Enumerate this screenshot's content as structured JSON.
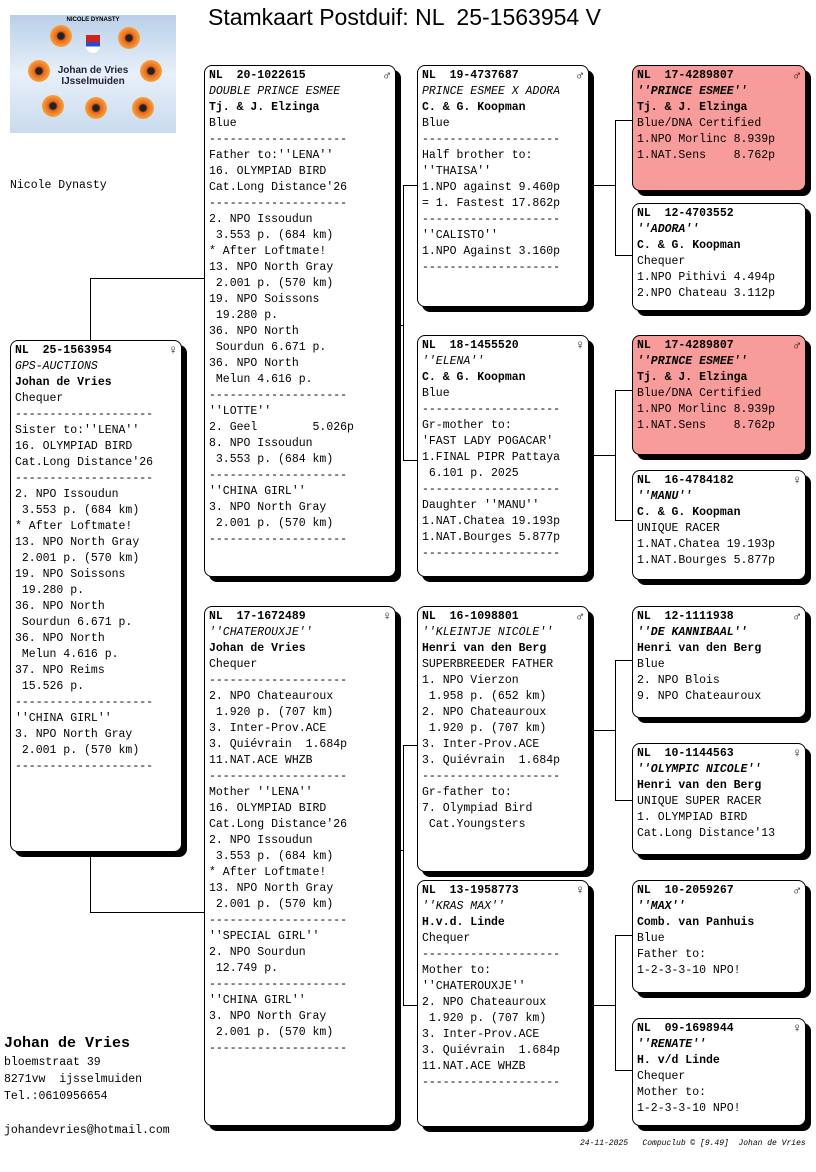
{
  "title": "Stamkaart Postduif: NL  25-1563954 V",
  "logo": {
    "heading": "NICOLE DYNASTY",
    "text1": "Johan de Vries",
    "text2": "IJsselmuiden"
  },
  "left_label": "Nicole Dynasty",
  "owner": {
    "name": "Johan de Vries",
    "street": "bloemstraat 39",
    "city": "8271vw  ijsselmuiden",
    "tel": "Tel.:0610956654",
    "email": "johandevries@hotmail.com"
  },
  "footer": {
    "date": "24-11-2025",
    "software": "Compuclub © [9.49]",
    "user": "Johan de Vries"
  },
  "cards": [
    {
      "id": "subject",
      "ring": "NL  25-1563954",
      "sex": "♀",
      "name": "GPS-AUCTIONS",
      "owner": "Johan de Vries",
      "lines": [
        "Chequer",
        "--------------------",
        "Sister to:''LENA''",
        "16. OLYMPIAD BIRD",
        "Cat.Long Distance'26",
        "--------------------",
        "2. NPO Issoudun",
        " 3.553 p. (684 km)",
        "* After Loftmate!",
        "13. NPO North Gray",
        " 2.001 p. (570 km)",
        "19. NPO Soissons",
        " 19.280 p.",
        "36. NPO North",
        " Sourdun 6.671 p.",
        "36. NPO North",
        " Melun 4.616 p.",
        "37. NPO Reims",
        " 15.526 p.",
        "--------------------",
        "''CHINA GIRL''",
        "3. NPO North Gray",
        " 2.001 p. (570 km)",
        "--------------------"
      ]
    },
    {
      "id": "father",
      "ring": "NL  20-1022615",
      "sex": "♂",
      "name": "DOUBLE PRINCE ESMEE",
      "owner": "Tj. & J. Elzinga",
      "lines": [
        "Blue",
        "--------------------",
        "Father to:''LENA''",
        "16. OLYMPIAD BIRD",
        "Cat.Long Distance'26",
        "--------------------",
        "2. NPO Issoudun",
        " 3.553 p. (684 km)",
        "* After Loftmate!",
        "13. NPO North Gray",
        " 2.001 p. (570 km)",
        "19. NPO Soissons",
        " 19.280 p.",
        "36. NPO North",
        " Sourdun 6.671 p.",
        "36. NPO North",
        " Melun 4.616 p.",
        "--------------------",
        "''LOTTE''",
        "2. Geel        5.026p",
        "8. NPO Issoudun",
        " 3.553 p. (684 km)",
        "--------------------",
        "''CHINA GIRL''",
        "3. NPO North Gray",
        " 2.001 p. (570 km)",
        "--------------------"
      ]
    },
    {
      "id": "mother",
      "ring": "NL  17-1672489",
      "sex": "♀",
      "name": "''CHATEROUXJE''",
      "owner": "Johan de Vries",
      "lines": [
        "Chequer",
        "--------------------",
        "2. NPO Chateauroux",
        " 1.920 p. (707 km)",
        "3. Inter-Prov.ACE",
        "3. Quiévrain  1.684p",
        "11.NAT.ACE WHZB",
        "--------------------",
        "Mother ''LENA''",
        "16. OLYMPIAD BIRD",
        "Cat.Long Distance'26",
        "2. NPO Issoudun",
        " 3.553 p. (684 km)",
        "* After Loftmate!",
        "13. NPO North Gray",
        " 2.001 p. (570 km)",
        "--------------------",
        "''SPECIAL GIRL''",
        "2. NPO Sourdun",
        " 12.749 p.",
        "--------------------",
        "''CHINA GIRL''",
        "3. NPO North Gray",
        " 2.001 p. (570 km)",
        "--------------------"
      ]
    },
    {
      "id": "ff",
      "ring": "NL  19-4737687",
      "sex": "♂",
      "name": "PRINCE ESMEE X ADORA",
      "owner": "C. & G. Koopman",
      "lines": [
        "Blue",
        "--------------------",
        "Half brother to:",
        "''THAISA''",
        "1.NPO against 9.460p",
        "= 1. Fastest 17.862p",
        "--------------------",
        "''CALISTO''",
        "1.NPO Against 3.160p",
        "--------------------"
      ]
    },
    {
      "id": "fm",
      "ring": "NL  18-1455520",
      "sex": "♀",
      "name": "''ELENA''",
      "owner": "C. & G. Koopman",
      "lines": [
        "Blue",
        "--------------------",
        "Gr-mother to:",
        "'FAST LADY POGACAR'",
        "1.FINAL PIPR Pattaya",
        " 6.101 p. 2025",
        "--------------------",
        "Daughter ''MANU''",
        "1.NAT.Chatea 19.193p",
        "1.NAT.Bourges 5.877p",
        "--------------------"
      ]
    },
    {
      "id": "mf",
      "ring": "NL  16-1098801",
      "sex": "♂",
      "name": "''KLEINTJE NICOLE''",
      "owner": "Henri van den Berg",
      "lines": [
        "SUPERBREEDER FATHER",
        "1. NPO Vierzon",
        " 1.958 p. (652 km)",
        "2. NPO Chateauroux",
        " 1.920 p. (707 km)",
        "3. Inter-Prov.ACE",
        "3. Quiévrain  1.684p",
        "--------------------",
        "Gr-father to:",
        "7. Olympiad Bird",
        " Cat.Youngsters"
      ]
    },
    {
      "id": "mm",
      "ring": "NL  13-1958773",
      "sex": "♀",
      "name": "''KRAS MAX''",
      "owner": "H.v.d. Linde",
      "lines": [
        "Chequer",
        "--------------------",
        "Mother to:",
        "''CHATEROUXJE''",
        "2. NPO Chateauroux",
        " 1.920 p. (707 km)",
        "3. Inter-Prov.ACE",
        "3. Quiévrain  1.684p",
        "11.NAT.ACE WHZB",
        "--------------------"
      ]
    },
    {
      "id": "fff",
      "hl": true,
      "ring": "NL  17-4289807",
      "sex": "♂",
      "name": "''PRINCE ESMEE''",
      "owner": "Tj. & J. Elzinga",
      "lines": [
        "Blue/DNA Certified",
        "1.NPO Morlinc 8.939p",
        "1.NAT.Sens    8.762p"
      ]
    },
    {
      "id": "ffm",
      "ring": "NL  12-4703552",
      "sex": "",
      "name": "''ADORA''",
      "owner": "C. & G. Koopman",
      "lines": [
        "Chequer",
        "1.NPO Pithivi 4.494p",
        "2.NPO Chateau 3.112p"
      ]
    },
    {
      "id": "fmf",
      "hl": true,
      "ring": "NL  17-4289807",
      "sex": "♂",
      "name": "''PRINCE ESMEE''",
      "owner": "Tj. & J. Elzinga",
      "lines": [
        "Blue/DNA Certified",
        "1.NPO Morlinc 8.939p",
        "1.NAT.Sens    8.762p"
      ]
    },
    {
      "id": "fmm",
      "ring": "NL  16-4784182",
      "sex": "♀",
      "name": "''MANU''",
      "owner": "C. & G. Koopman",
      "lines": [
        "UNIQUE RACER",
        "1.NAT.Chatea 19.193p",
        "1.NAT.Bourges 5.877p"
      ]
    },
    {
      "id": "mff",
      "ring": "NL  12-1111938",
      "sex": "♂",
      "name": "''DE KANNIBAAL''",
      "owner": "Henri van den Berg",
      "lines": [
        "Blue",
        "2. NPO Blois",
        "9. NPO Chateauroux"
      ]
    },
    {
      "id": "mfm",
      "ring": "NL  10-1144563",
      "sex": "♀",
      "name": "''OLYMPIC NICOLE''",
      "owner": "Henri van den Berg",
      "lines": [
        "UNIQUE SUPER RACER",
        "1. OLYMPIAD BIRD",
        "Cat.Long Distance'13"
      ]
    },
    {
      "id": "mmf",
      "ring": "NL  10-2059267",
      "sex": "♂",
      "name": "''MAX''",
      "owner": "Comb. van Panhuis",
      "lines": [
        "Blue",
        "Father to:",
        "1-2-3-3-10 NPO!"
      ]
    },
    {
      "id": "mmm",
      "ring": "NL  09-1698944",
      "sex": "♀",
      "name": "''RENATE''",
      "owner": "H. v/d Linde",
      "lines": [
        "Chequer",
        "Mother to:",
        "1-2-3-3-10 NPO!"
      ]
    }
  ]
}
